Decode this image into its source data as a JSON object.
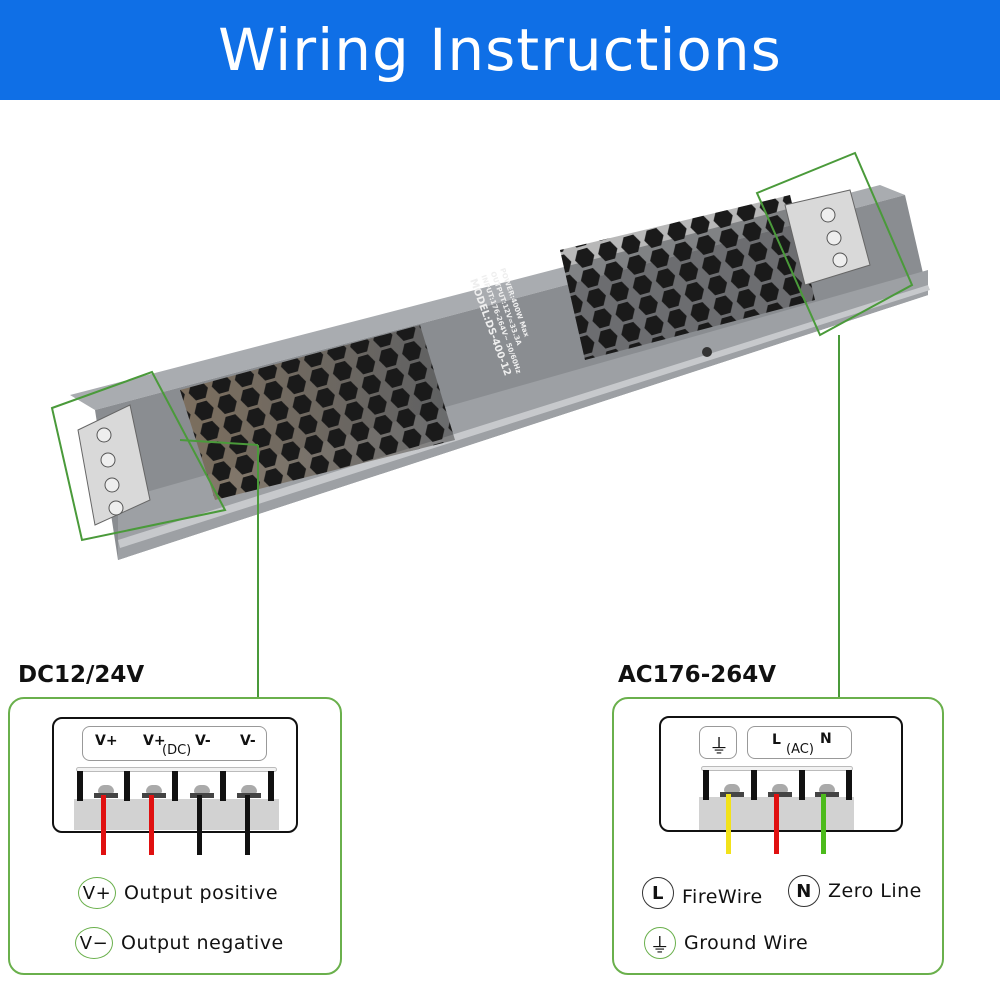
{
  "header": {
    "title": "Wiring Instructions"
  },
  "device": {
    "label": [
      "MODEL:DS-400-12",
      "INPUT:176-264V~ 50/60Hz",
      "OUTPUT:12V=33.3A",
      "POWER:400W Max"
    ],
    "body_color": "#8a8d91",
    "highlight_color": "#4a9a3a"
  },
  "dc": {
    "title": "DC12/24V",
    "labels": {
      "t1": "V+",
      "t2": "V+",
      "sub": "(DC)",
      "t3": "V-",
      "t4": "V-"
    },
    "wire_colors": [
      "#e01010",
      "#e01010",
      "#111111",
      "#111111"
    ],
    "legend": [
      {
        "symbol": "V+",
        "text": "Output positive"
      },
      {
        "symbol": "V−",
        "text": "Output negative"
      }
    ]
  },
  "ac": {
    "title": "AC176-264V",
    "labels": {
      "ground": "⏚",
      "l": "L",
      "sub": "(AC)",
      "n": "N"
    },
    "wire_colors": [
      "#f2e21a",
      "#e01010",
      "#4cbb1c"
    ],
    "legend": [
      {
        "symbol": "L",
        "text": "FireWire"
      },
      {
        "symbol": "N",
        "text": "Zero Line"
      },
      {
        "symbol": "⏚",
        "text": "Ground Wire"
      }
    ]
  }
}
